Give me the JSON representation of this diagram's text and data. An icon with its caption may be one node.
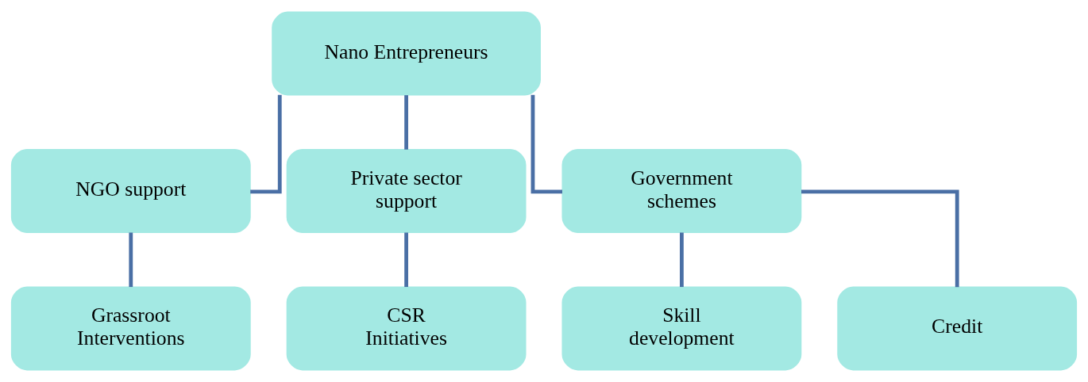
{
  "diagram": {
    "nodes": [
      {
        "text": [
          "Nano Entrepreneurs"
        ]
      },
      {
        "text": [
          "NGO support"
        ]
      },
      {
        "text": [
          "Private sector support"
        ]
      },
      {
        "text": [
          "Government schemes"
        ]
      },
      {
        "text": [
          "Grassroot Interventions"
        ]
      },
      {
        "text": [
          "CSR Initiatives"
        ]
      },
      {
        "text": [
          "Skill development"
        ]
      },
      {
        "text": [
          "Credit"
        ]
      }
    ],
    "edges": [
      {
        "from": 0,
        "to": 1,
        "arrow": "none"
      },
      {
        "from": 0,
        "to": 2,
        "arrow": "none"
      },
      {
        "from": 0,
        "to": 3,
        "arrow": "none"
      },
      {
        "from": 1,
        "to": 4,
        "arrow": "none"
      },
      {
        "from": 2,
        "to": 5,
        "arrow": "none"
      },
      {
        "from": 3,
        "to": 6,
        "arrow": "none"
      },
      {
        "from": 3,
        "to": 7,
        "arrow": "none"
      }
    ]
  }
}
